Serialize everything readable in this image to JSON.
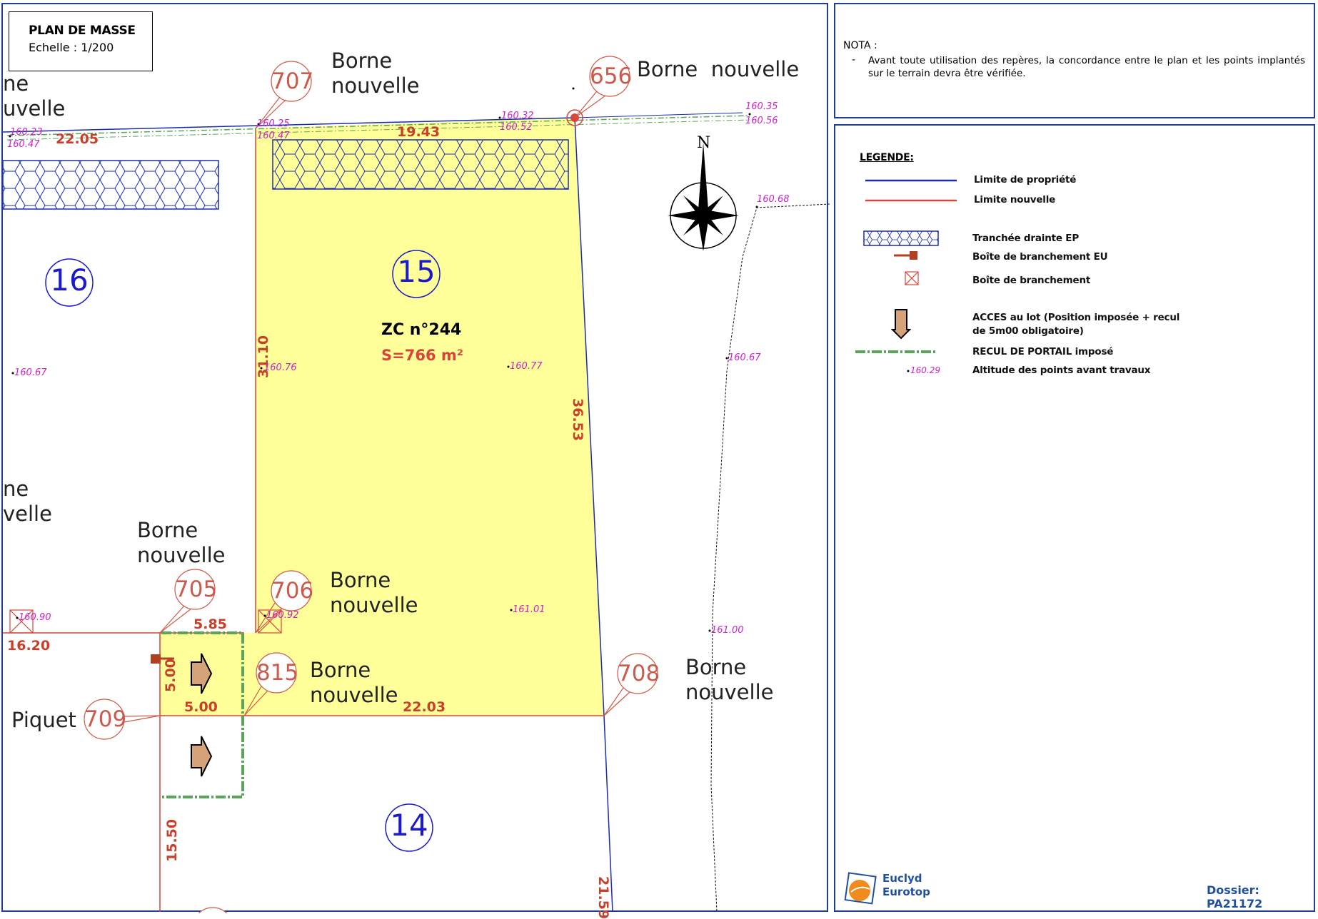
{
  "title_box": {
    "title": "PLAN DE MASSE",
    "scale": "Echelle : 1/200"
  },
  "nota": {
    "title": "NOTA :",
    "dash": "-",
    "text": "Avant toute utilisation des repères, la concordance entre le plan et les points implantés sur le terrain devra être vérifiée."
  },
  "legend": {
    "title": "LEGENDE:",
    "items": [
      {
        "label": "Limite de propriété"
      },
      {
        "label": "Limite nouvelle"
      },
      {
        "label": "Tranchée drainte EP"
      },
      {
        "label": "Boîte de branchement EU"
      },
      {
        "label": "Boîte de branchement"
      },
      {
        "label": "ACCES au lot (Position imposée + recul de 5m00 obligatoire)"
      },
      {
        "label": "RECUL DE PORTAIL imposé"
      },
      {
        "label": "Altitude des points avant travaux"
      }
    ],
    "sample_altitude": "160.29"
  },
  "footer": {
    "logo_line1": "Euclyd",
    "logo_line2": "Eurotop",
    "dossier": "Dossier: PA21172"
  },
  "map": {
    "compass": "N",
    "lots": [
      {
        "number": "16"
      },
      {
        "number": "15"
      },
      {
        "number": "14"
      }
    ],
    "parcel_ref": "ZC n°244",
    "parcel_area": "S=766 m²",
    "points": [
      {
        "id": "707"
      },
      {
        "id": "656"
      },
      {
        "id": "705"
      },
      {
        "id": "706"
      },
      {
        "id": "815"
      },
      {
        "id": "708"
      },
      {
        "id": "709"
      }
    ],
    "borne_labels": [
      {
        "line1": "Borne",
        "line2": "nouvelle"
      },
      {
        "text": "Borne  nouvelle"
      },
      {
        "line1": "ne",
        "line2": "uvelle"
      },
      {
        "line1": "ne",
        "line2": "velle"
      },
      {
        "line1": "Borne",
        "line2": "nouvelle"
      },
      {
        "line1": "Borne",
        "line2": "nouvelle"
      },
      {
        "line1": "Borne",
        "line2": "nouvelle"
      },
      {
        "line1": "Borne",
        "line2": "nouvelle"
      },
      {
        "text": "Piquet"
      }
    ],
    "dimensions": [
      "22.05",
      "19.43",
      "31.10",
      "36.53",
      "5.85",
      "16.20",
      "5.00",
      "5.00",
      "22.03",
      "15.50",
      "21.59"
    ],
    "altitudes": [
      "160.23",
      "160.47",
      "160.25",
      "160.47",
      "160.32",
      "160.52",
      "160.35",
      "160.56",
      "160.68",
      "160.67",
      "160.76",
      "160.77",
      "160.67",
      "160.90",
      "160.92",
      "161.01",
      "161.00"
    ]
  },
  "colors": {
    "parcel_fill": "#ffff99",
    "property_limit": "#1a2bb0",
    "new_limit": "#d9453a",
    "recul": "#5aa55a",
    "altitude": "#cc22cc",
    "panel_border": "#1f3f95"
  }
}
